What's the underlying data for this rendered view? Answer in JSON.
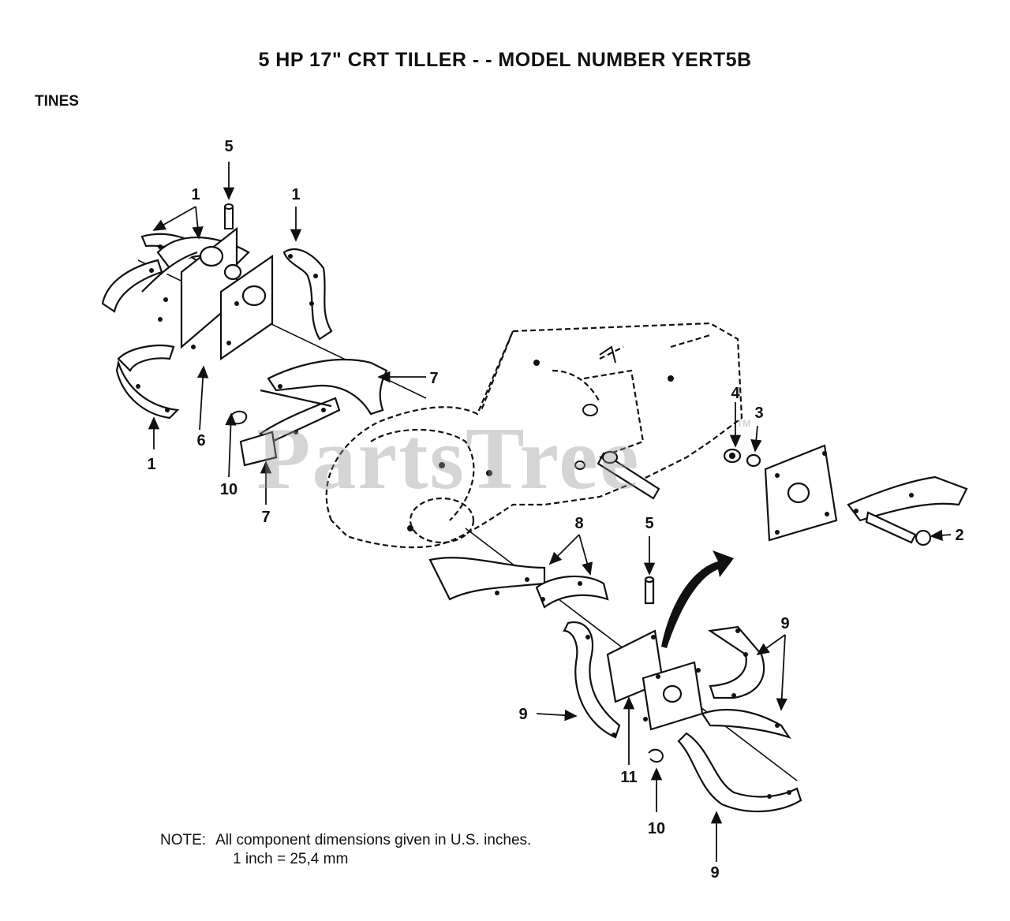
{
  "title": "5 HP  17\" CRT TILLER - - MODEL NUMBER YERT5B",
  "section": "TINES",
  "note": {
    "label": "NOTE:",
    "line1": "All component dimensions given in U.S. inches.",
    "line2": "1 inch = 25,4 mm"
  },
  "watermark": "PartsTree",
  "watermark_tm": "TM",
  "callouts": [
    {
      "id": "c1a",
      "text": "1"
    },
    {
      "id": "c1b",
      "text": "1"
    },
    {
      "id": "c1c",
      "text": "1"
    },
    {
      "id": "c2",
      "text": "2"
    },
    {
      "id": "c3",
      "text": "3"
    },
    {
      "id": "c4",
      "text": "4"
    },
    {
      "id": "c5a",
      "text": "5"
    },
    {
      "id": "c5b",
      "text": "5"
    },
    {
      "id": "c6",
      "text": "6"
    },
    {
      "id": "c7a",
      "text": "7"
    },
    {
      "id": "c7b",
      "text": "7"
    },
    {
      "id": "c8",
      "text": "8"
    },
    {
      "id": "c9a",
      "text": "9"
    },
    {
      "id": "c9b",
      "text": "9"
    },
    {
      "id": "c9c",
      "text": "9"
    },
    {
      "id": "c10a",
      "text": "10"
    },
    {
      "id": "c10b",
      "text": "10"
    },
    {
      "id": "c11",
      "text": "11"
    }
  ]
}
